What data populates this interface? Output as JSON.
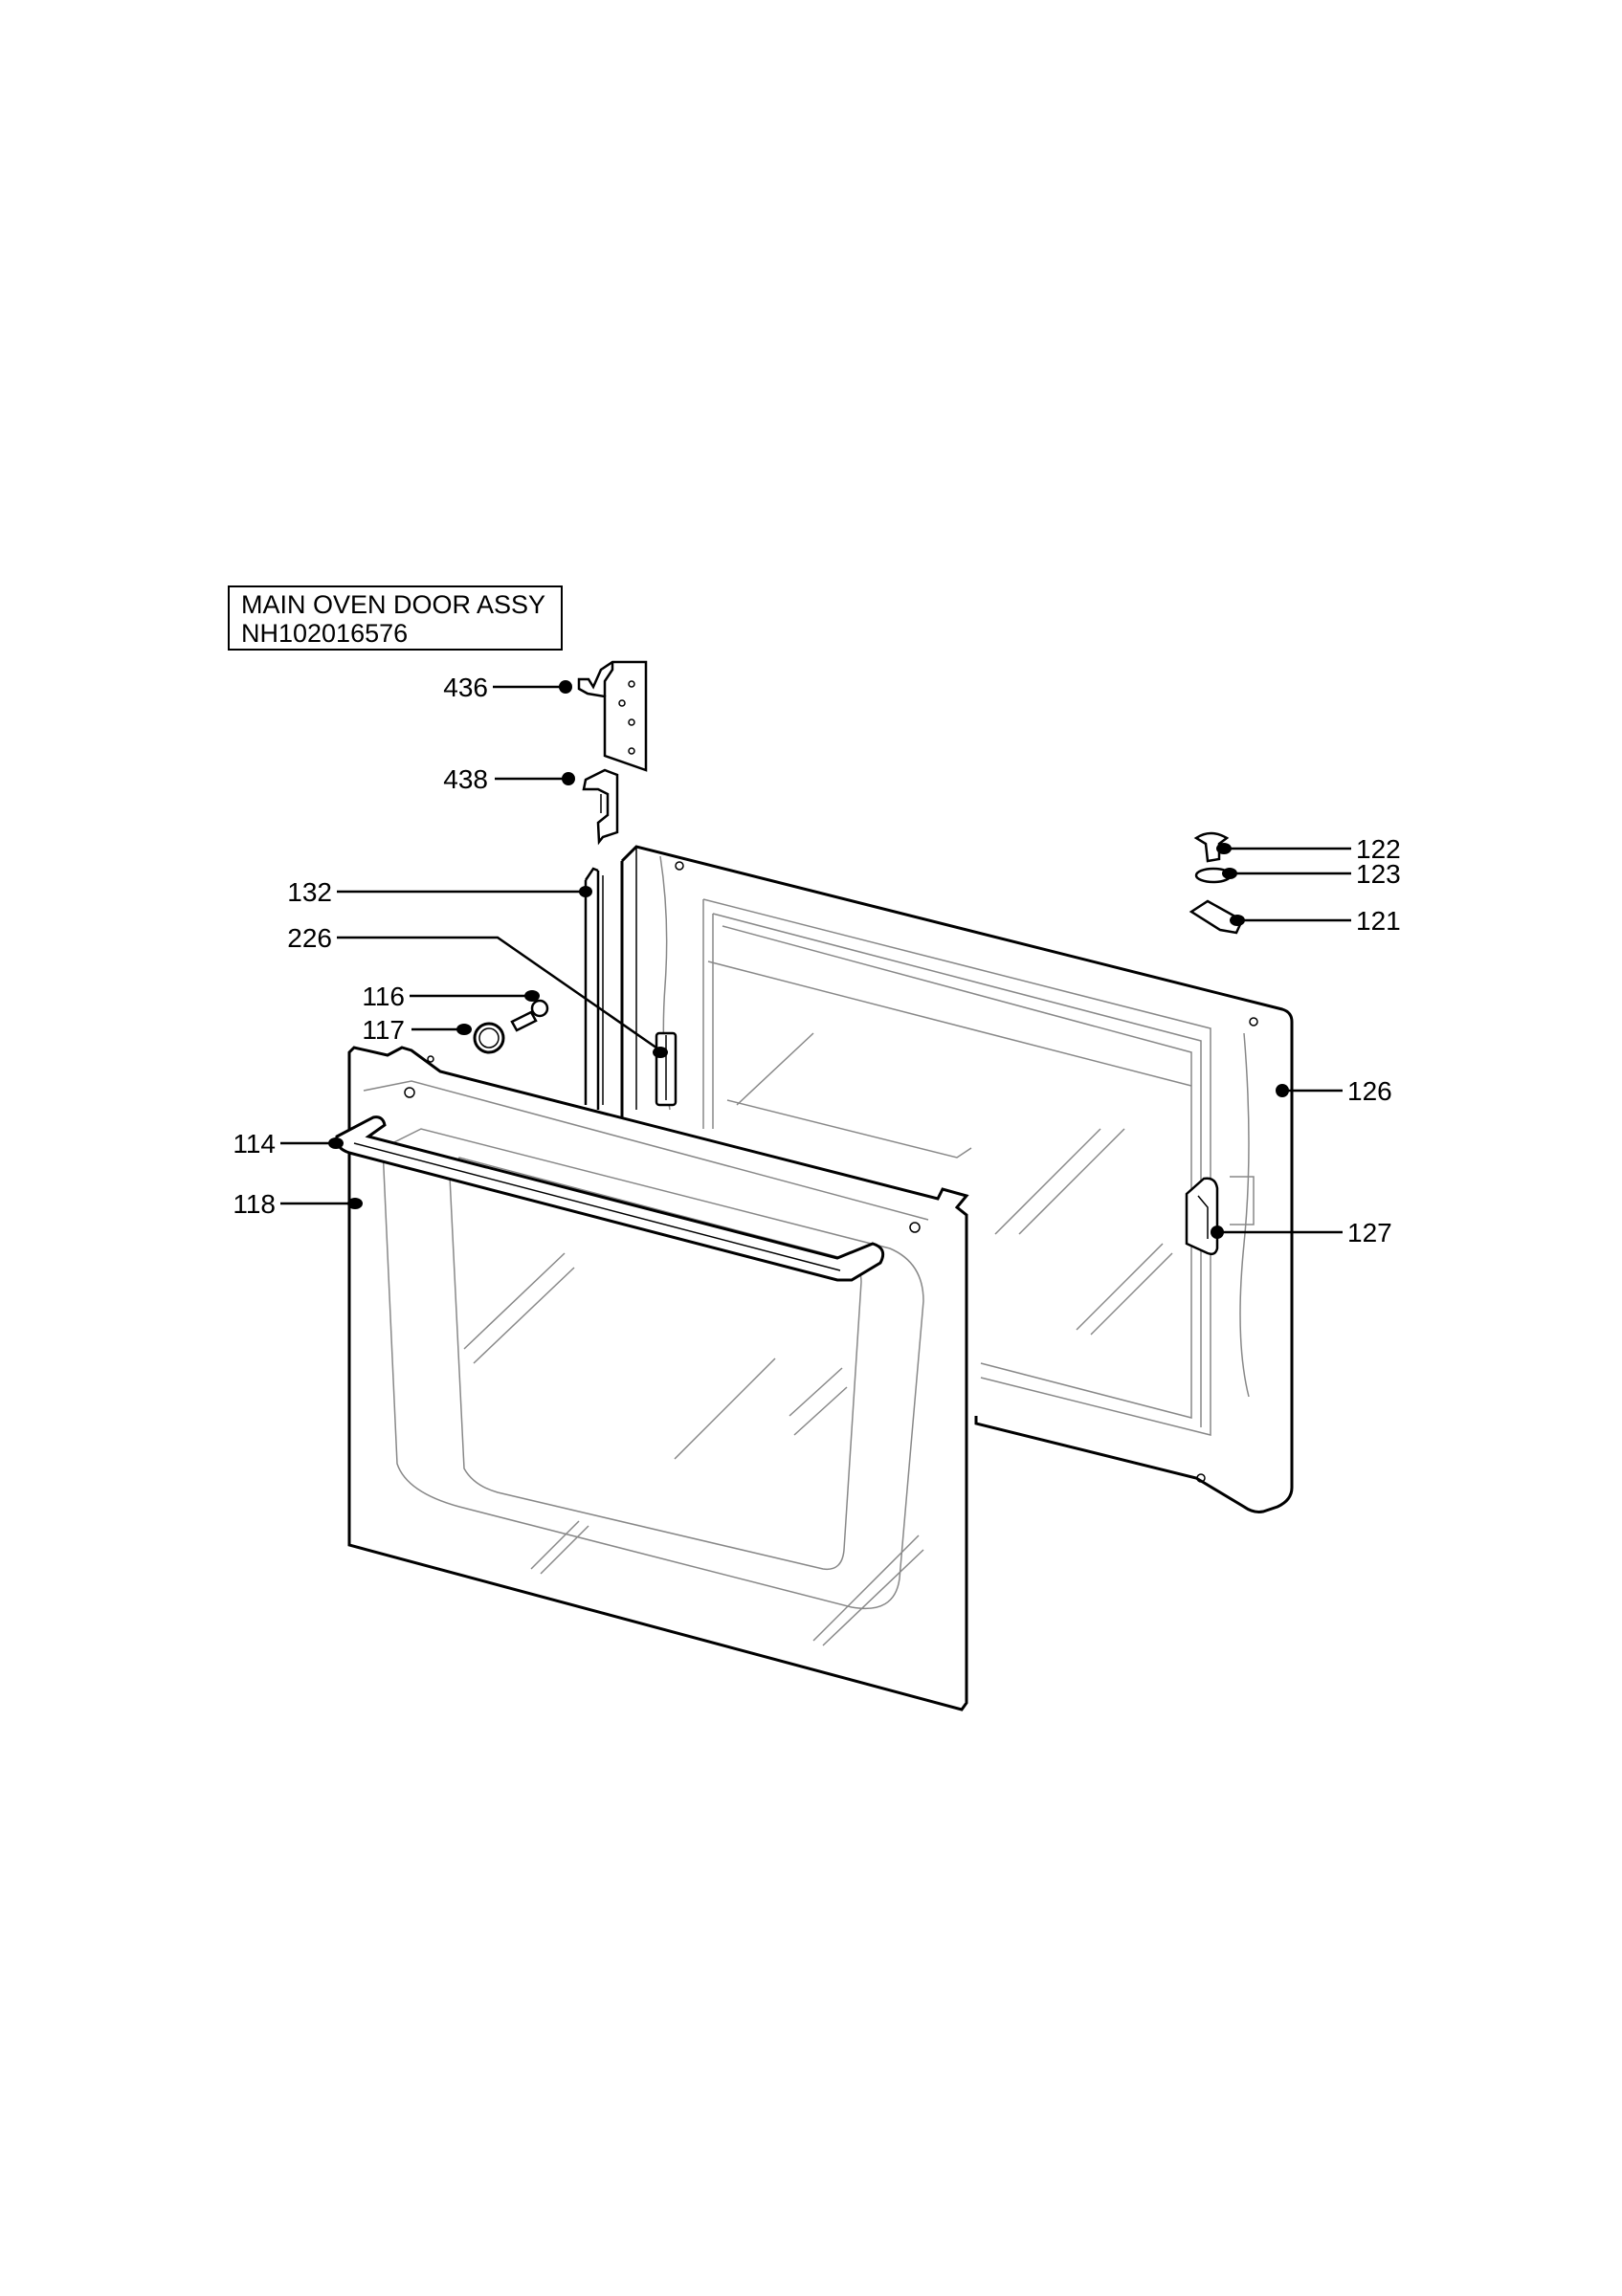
{
  "title": {
    "line1": "MAIN OVEN DOOR ASSY",
    "line2": "NH102016576"
  },
  "callouts": [
    {
      "id": "436",
      "label": "436"
    },
    {
      "id": "438",
      "label": "438"
    },
    {
      "id": "132",
      "label": "132"
    },
    {
      "id": "226",
      "label": "226"
    },
    {
      "id": "116",
      "label": "116"
    },
    {
      "id": "117",
      "label": "117"
    },
    {
      "id": "114",
      "label": "114"
    },
    {
      "id": "118",
      "label": "118"
    },
    {
      "id": "122",
      "label": "122"
    },
    {
      "id": "123",
      "label": "123"
    },
    {
      "id": "121",
      "label": "121"
    },
    {
      "id": "126",
      "label": "126"
    },
    {
      "id": "127",
      "label": "127"
    }
  ]
}
